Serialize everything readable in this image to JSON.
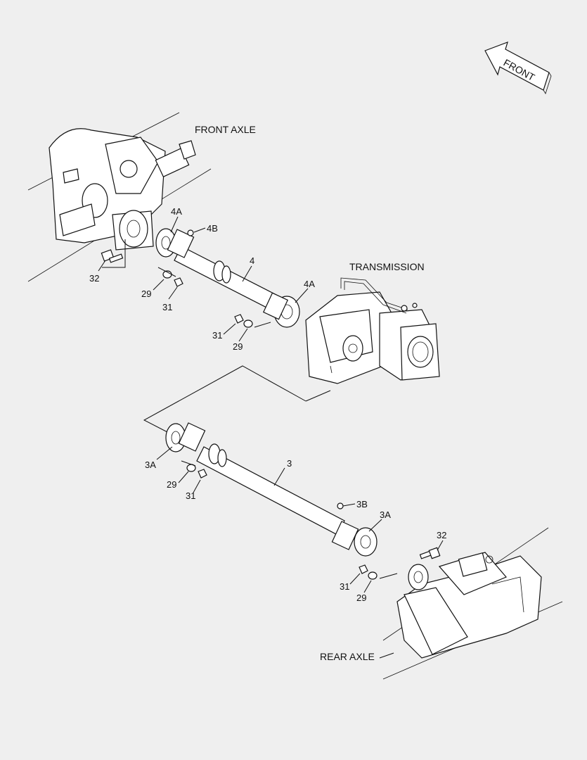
{
  "direction": {
    "text": "FRONT"
  },
  "assemblies": {
    "front_axle": "FRONT AXLE",
    "transmission": "TRANSMISSION",
    "rear_axle": "REAR AXLE"
  },
  "callouts": {
    "c4A_top": "4A",
    "c4B": "4B",
    "c4": "4",
    "c4A_lower": "4A",
    "c32_top": "32",
    "c29_a": "29",
    "c31_a": "31",
    "c31_b": "31",
    "c29_b": "29",
    "c3A_left": "3A",
    "c29_c": "29",
    "c31_c": "31",
    "c3": "3",
    "c3B": "3B",
    "c3A_right": "3A",
    "c32_bottom": "32",
    "c31_d": "31",
    "c29_d": "29"
  }
}
